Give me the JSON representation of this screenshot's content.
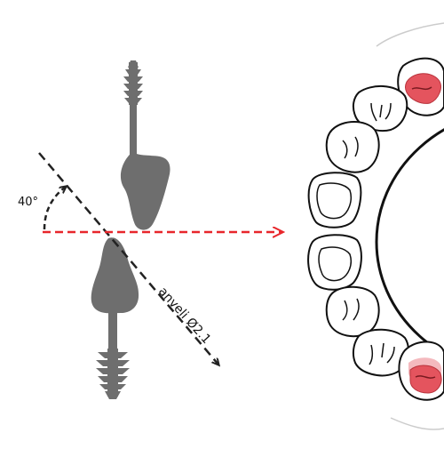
{
  "labels": {
    "angle": "40°",
    "axis_label": "anveli Ø2.1"
  },
  "colors": {
    "implant": "#6e6e6e",
    "reference_line": "#e8262b",
    "axis_line": "#222222",
    "tooth_outline": "#111111",
    "highlight_fill": "#e4545e",
    "highlight_light": "#f4b9be"
  },
  "icons": {
    "upper_implant": "dental-implant-icon",
    "lower_implant": "dental-implant-icon",
    "dental_arch": "dental-arch-icon"
  },
  "highlighted_teeth": [
    "top-right-molar",
    "bottom-right-molar"
  ]
}
